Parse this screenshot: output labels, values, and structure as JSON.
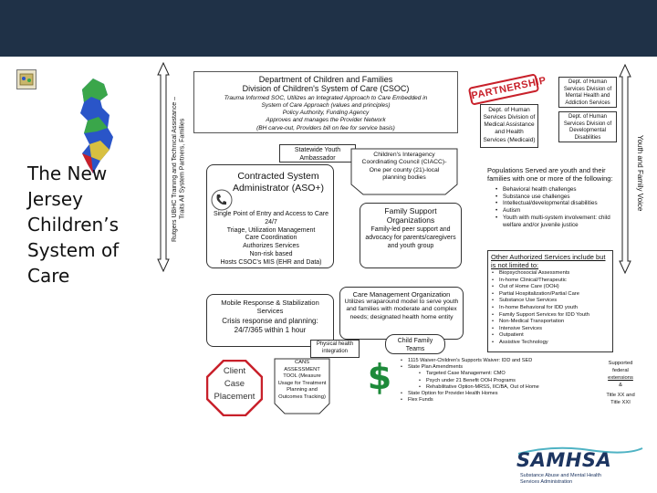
{
  "page_title": "The New Jersey Children’s System of Care",
  "dcf_header": {
    "line1": "Department of Children and Families",
    "line2": "Division of Children's System of Care (CSOC)",
    "details": [
      "Trauma Informed SOC, Utilizes an Integrated Approach to Care Embedded in",
      "System of Care Approach (values and principles)",
      "Policy Authority, Funding Agency",
      "Approves and manages the Provider Network",
      "(BH carve-out, Providers bill on fee for service basis)"
    ]
  },
  "left_vertical_label": "Rutgers UBHC Training and Technical Assistance – Traits All System Partners, Families",
  "right_vertical_label": "Youth and Family Voice",
  "partnership_stamp": "PARTNERSHIP",
  "dhs_boxes": {
    "medical": "Dept. of Human Services Division of Medical Assistance and Health Services (Medicaid)",
    "mental_health": "Dept. of Human Services Division of Mental Health and Addiction Services",
    "developmental": "Dept. of Human Services Division of Developmental Disabilities"
  },
  "youth_ambassador": "Statewide Youth Ambassador",
  "interagency_council": "Children's Interagency Coordinating Council (CIACC)-One per county (21)-local planning bodies",
  "contracted_admin": {
    "title": "Contracted System Administrator (ASO+)",
    "lines": [
      "Single Point of Entry and Access to Care 24/7",
      "Triage, Utilization Management",
      "Care Coordination",
      "Authorizes Services",
      "Non-risk based",
      "Hosts CSOC's MIS (EHR and Data)"
    ]
  },
  "family_support": {
    "title": "Family Support Organizations",
    "body": "Family-led peer support and advocacy for parents/caregivers and youth group"
  },
  "populations": {
    "intro": "Populations Served are youth and their families with one or more of the following:",
    "items": [
      "Behavioral health challenges",
      "Substance use challenges",
      "Intellectual/developmental disabilities",
      "Autism",
      "Youth with multi-system involvement: child welfare and/or juvenile justice"
    ]
  },
  "authorized_services": {
    "title": "Other Authorized Services include but is not limited to:",
    "items": [
      "Biopsychosocial Assessments",
      "In-home Clinical/Therapeutic",
      "Out of Home Care (OOH)",
      "Partial Hospitalization/Partial Care",
      "Substance Use Services",
      "In-home Behavioral for IDD youth",
      "Family Support Services for IDD Youth",
      "Non-Medical Transportation",
      "Intensive Services",
      "Outpatient",
      "Assistive Technology"
    ]
  },
  "mobile_response": {
    "title": "Mobile Response & Stabilization Services",
    "body": "Crisis response and planning: 24/7/365 within 1 hour"
  },
  "care_management": {
    "line1": "Care Management Organization",
    "line2": "Utilizes wraparound model to serve youth and families with moderate and complex needs; designated health home entity"
  },
  "physical_health": "Physical health integration",
  "child_family_teams": "Child Family Teams",
  "client": {
    "line1": "Client",
    "line2": "Case",
    "line3": "Placement"
  },
  "cans": "CANS ASSESSMENT TOOL (Measure Usage for Treatment Planning and Outcomes Tracking)",
  "funding": {
    "items": [
      "1115 Waiver-Children's Supports Waiver: IDD and SED",
      "State Plan Amendments",
      "Targeted Case Management: CMO",
      "Psych under 21 Benefit OOH Programs",
      "Rehabilitative Option-MRSS, IIC/BA, Out of Home",
      "State Option for Provider Health Homes",
      "Flex Funds"
    ]
  },
  "side_note": {
    "l1": "Supported",
    "l2": "federal",
    "l3": "extensions",
    "l4": "&",
    "l5": "Title XX and",
    "l6": "Title XXI"
  },
  "samhsa": {
    "name": "SAMHSA",
    "tagline1": "Substance Abuse and Mental Health",
    "tagline2": "Services Administration"
  },
  "colors": {
    "topbar": "#1f3147",
    "nj_map_green": "#3aa64a",
    "nj_map_blue": "#2a55c8",
    "stamp_red": "#c8202a",
    "samhsa_navy": "#1d3561",
    "samhsa_teal": "#4fb3c4"
  }
}
